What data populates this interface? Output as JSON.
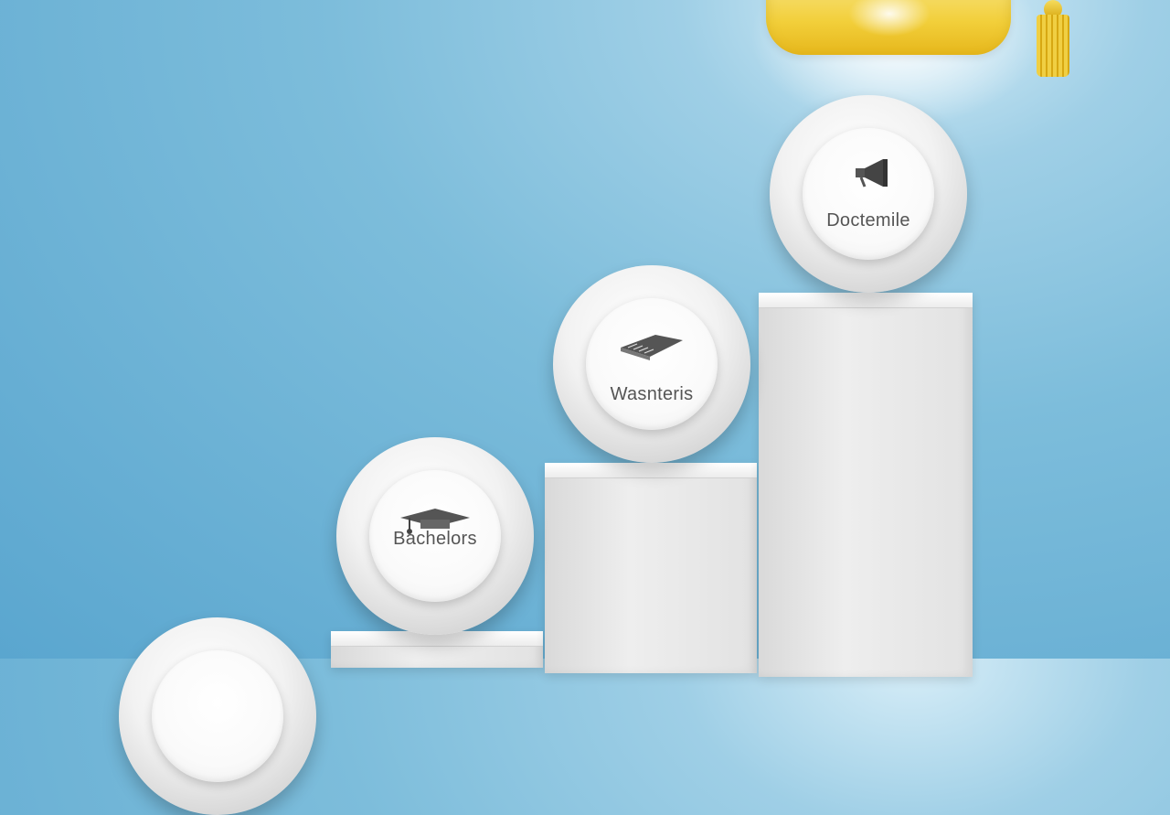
{
  "steps": [
    {
      "label": "Bachelors",
      "icon": "graduation-cap-icon"
    },
    {
      "label": "Wasnteris",
      "icon": "book-icon"
    },
    {
      "label": "Doctemile",
      "icon": "megaphone-icon"
    }
  ],
  "colors": {
    "background": "#7dbddb",
    "cap": "#f2cf3a",
    "block": "#e6e6e6",
    "disc": "#f2f2f2",
    "label": "#555555"
  }
}
